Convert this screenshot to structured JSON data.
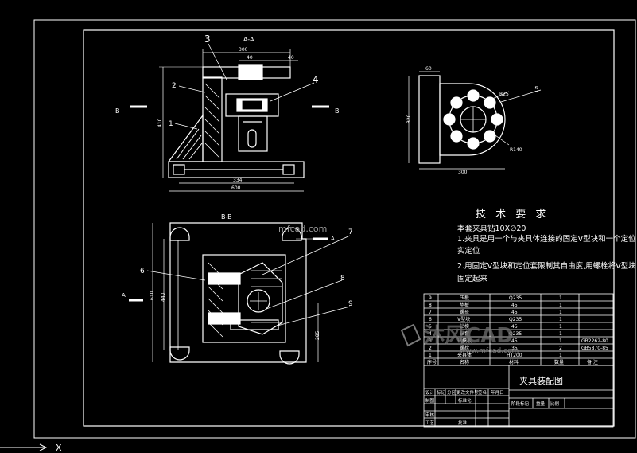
{
  "views": {
    "section_aa": "A-A",
    "section_bb": "B-B",
    "label_b": "B",
    "label_a": "A"
  },
  "callouts": [
    "3",
    "4",
    "2",
    "1",
    "5",
    "6",
    "7",
    "8",
    "9"
  ],
  "dims": {
    "top_300": "300",
    "top_40a": "40",
    "top_40b": "40",
    "left_410": "410",
    "bottom_334": "334",
    "bottom_600": "600",
    "right_320": "320",
    "right_300": "300",
    "right_60": "60",
    "right_r25": "R25",
    "right_r140": "R140",
    "bb_440": "440",
    "bb_610": "610",
    "bb_285": "285"
  },
  "tech": {
    "title": "技 术 要 求",
    "line1": "本套夹具钻10X∅20",
    "line2": "1.夹具是用一个与夹具体连接的固定V型块和一个定位",
    "line3": "实定位",
    "line4": "2.用固定V型块和定位套限制其自由度,用螺栓将V型块",
    "line5": "固定起来"
  },
  "bom": [
    {
      "no": "9",
      "name": "压板",
      "mat": "Q235",
      "qty": "1",
      "std": ""
    },
    {
      "no": "8",
      "name": "垫板",
      "mat": "45",
      "qty": "1",
      "std": ""
    },
    {
      "no": "7",
      "name": "螺母",
      "mat": "45",
      "qty": "1",
      "std": ""
    },
    {
      "no": "6",
      "name": "V型块",
      "mat": "Q235",
      "qty": "1",
      "std": ""
    },
    {
      "no": "5",
      "name": "钻模",
      "mat": "45",
      "qty": "1",
      "std": ""
    },
    {
      "no": "4",
      "name": "钻套",
      "mat": "Q235",
      "qty": "1",
      "std": ""
    },
    {
      "no": "3",
      "name": "钻模板",
      "mat": "45",
      "qty": "1",
      "std": "GB2262-80"
    },
    {
      "no": "2",
      "name": "螺栓",
      "mat": "35",
      "qty": "2",
      "std": "GB5870-85"
    },
    {
      "no": "1",
      "name": "夹具体",
      "mat": "HT200",
      "qty": "1",
      "std": ""
    }
  ],
  "bom_header": {
    "no": "序号",
    "name": "名称",
    "mat": "材料",
    "qty": "数量",
    "std": "备 注"
  },
  "title_block": {
    "drawing_title": "夹具装配图",
    "r1": [
      "设计",
      "标记",
      "分区",
      "更改文件号",
      "签名",
      "年月日"
    ],
    "r2": [
      "制图",
      "标准化"
    ],
    "stage": "阶段标记",
    "weight": "重量",
    "scale": "比例",
    "r3": [
      "审核"
    ],
    "r4": [
      "工艺",
      "批准"
    ]
  },
  "watermark": "mfcad.com",
  "watermark_big": "沐风CAD",
  "watermark_small": "www.mfcad.com",
  "cmd": "X"
}
